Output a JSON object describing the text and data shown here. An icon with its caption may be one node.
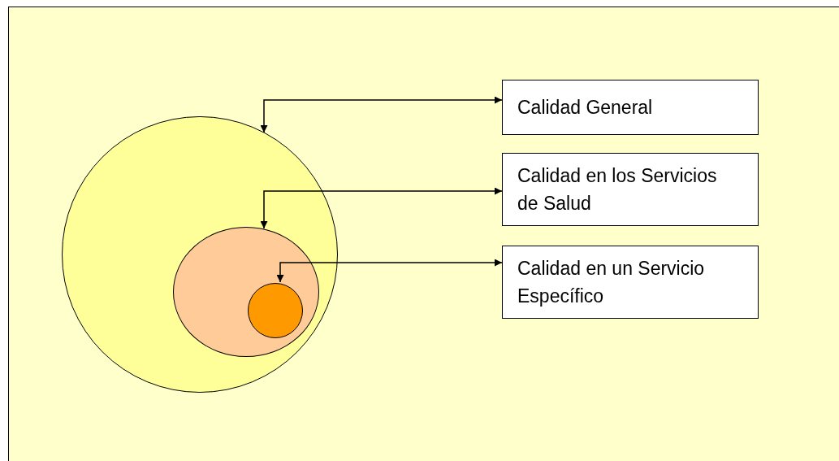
{
  "diagram": {
    "nodes": [
      {
        "text": [],
        "shape": "circle"
      },
      {
        "text": [],
        "shape": "circle",
        "in": 0
      },
      {
        "text": [],
        "shape": "circle",
        "in": 1
      },
      {
        "text": [
          "Calidad General"
        ]
      },
      {
        "text": [
          "Calidad en los Servicios de Salud"
        ]
      },
      {
        "text": [
          "Calidad en un Servicio Específico"
        ]
      }
    ],
    "edges": [
      {
        "from": 0,
        "to": 3,
        "arrow": "both"
      },
      {
        "from": 1,
        "to": 4,
        "arrow": "both"
      },
      {
        "from": 2,
        "to": 5,
        "arrow": "both"
      }
    ]
  }
}
